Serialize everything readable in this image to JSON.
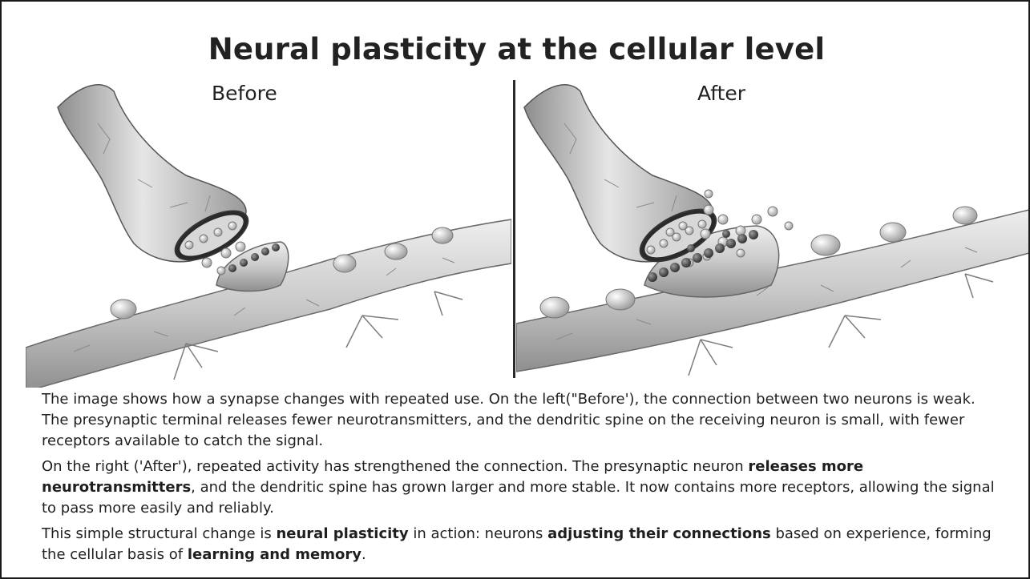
{
  "title": "Neural plasticity at the cellular level",
  "panels": {
    "before_label": "Before",
    "after_label": "After"
  },
  "paragraphs": {
    "p1": "The image shows how a synapse changes with repeated use. On the left(\"Before'), the connection between two neurons is weak. The presynaptic terminal releases fewer neurotransmitters, and the dendritic spine on the receiving neuron is small, with fewer receptors available to catch the signal.",
    "p2_a": "On the right ('After'), repeated activity has strengthened the connection. The presynaptic neuron ",
    "p2_b": "releases more neurotransmitters",
    "p2_c": ", and the dendritic spine has grown larger and more stable. It now contains more receptors, allowing the signal to pass more easily and reliably.",
    "p3_a": "This simple structural change is ",
    "p3_b": "neural plasticity",
    "p3_c": " in action: neurons ",
    "p3_d": "adjusting their connections",
    "p3_e": " based on experience, forming the cellular basis of ",
    "p3_f": "learning and memory",
    "p3_g": "."
  }
}
